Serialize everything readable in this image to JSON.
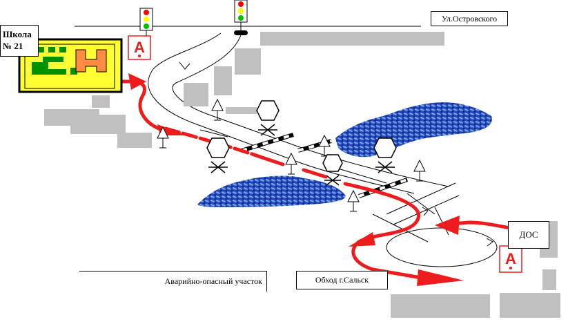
{
  "labels": {
    "street": "Ул.Островского",
    "school": "Школа № 21",
    "dos": "ДОС",
    "danger_zone": "Аварийно-опасный участок",
    "bypass": "Обход г.Сальск"
  },
  "colors": {
    "route_arrow": "#ee1c1c",
    "building_fill": "#c0c0c0",
    "puddle_dark": "#1a2fa8",
    "puddle_light": "#6fd8f0",
    "school_yard": "#ffff33",
    "school_block": "#ff8c40",
    "traffic_red": "#ff0000",
    "traffic_yellow": "#ffff00",
    "traffic_green": "#00c000"
  },
  "icons": {
    "traffic_light": "traffic-light-icon",
    "danger_sign": "danger-warning-icon",
    "pedestrian": "pedestrian-crossing-icon",
    "skull": "skull-crossbones-icon",
    "railway": "railway-crossing-icon"
  }
}
